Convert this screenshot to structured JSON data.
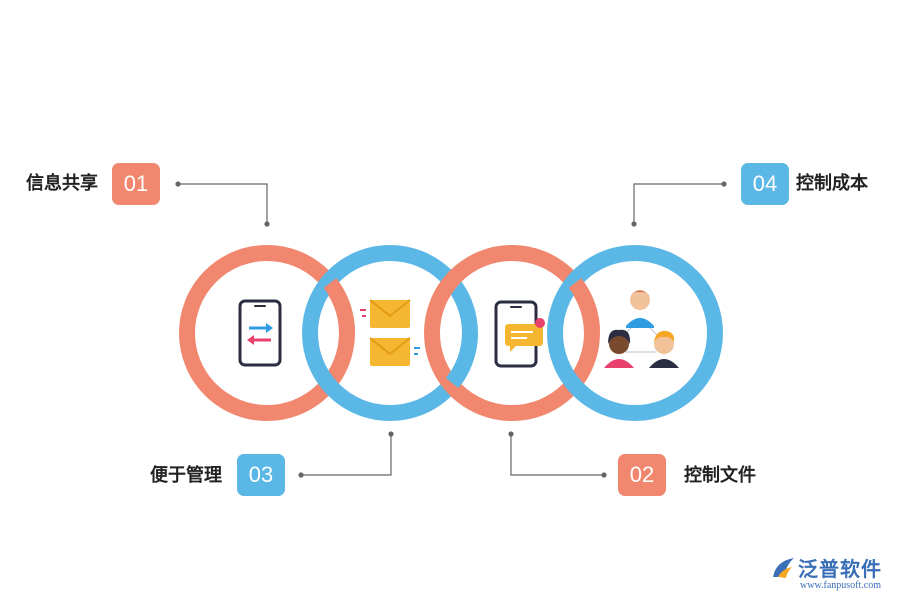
{
  "items": [
    {
      "number": "01",
      "label": "信息共享"
    },
    {
      "number": "02",
      "label": "控制文件"
    },
    {
      "number": "03",
      "label": "便于管理"
    },
    {
      "number": "04",
      "label": "控制成本"
    }
  ],
  "colors": {
    "salmon": "#f0876e",
    "blue": "#5ab7e6",
    "connector": "#666666"
  },
  "icons": [
    "phone-transfer-icon",
    "envelopes-icon",
    "phone-message-icon",
    "team-icon"
  ],
  "logo": {
    "name": "泛普软件",
    "url": "www.fanpusoft.com"
  }
}
